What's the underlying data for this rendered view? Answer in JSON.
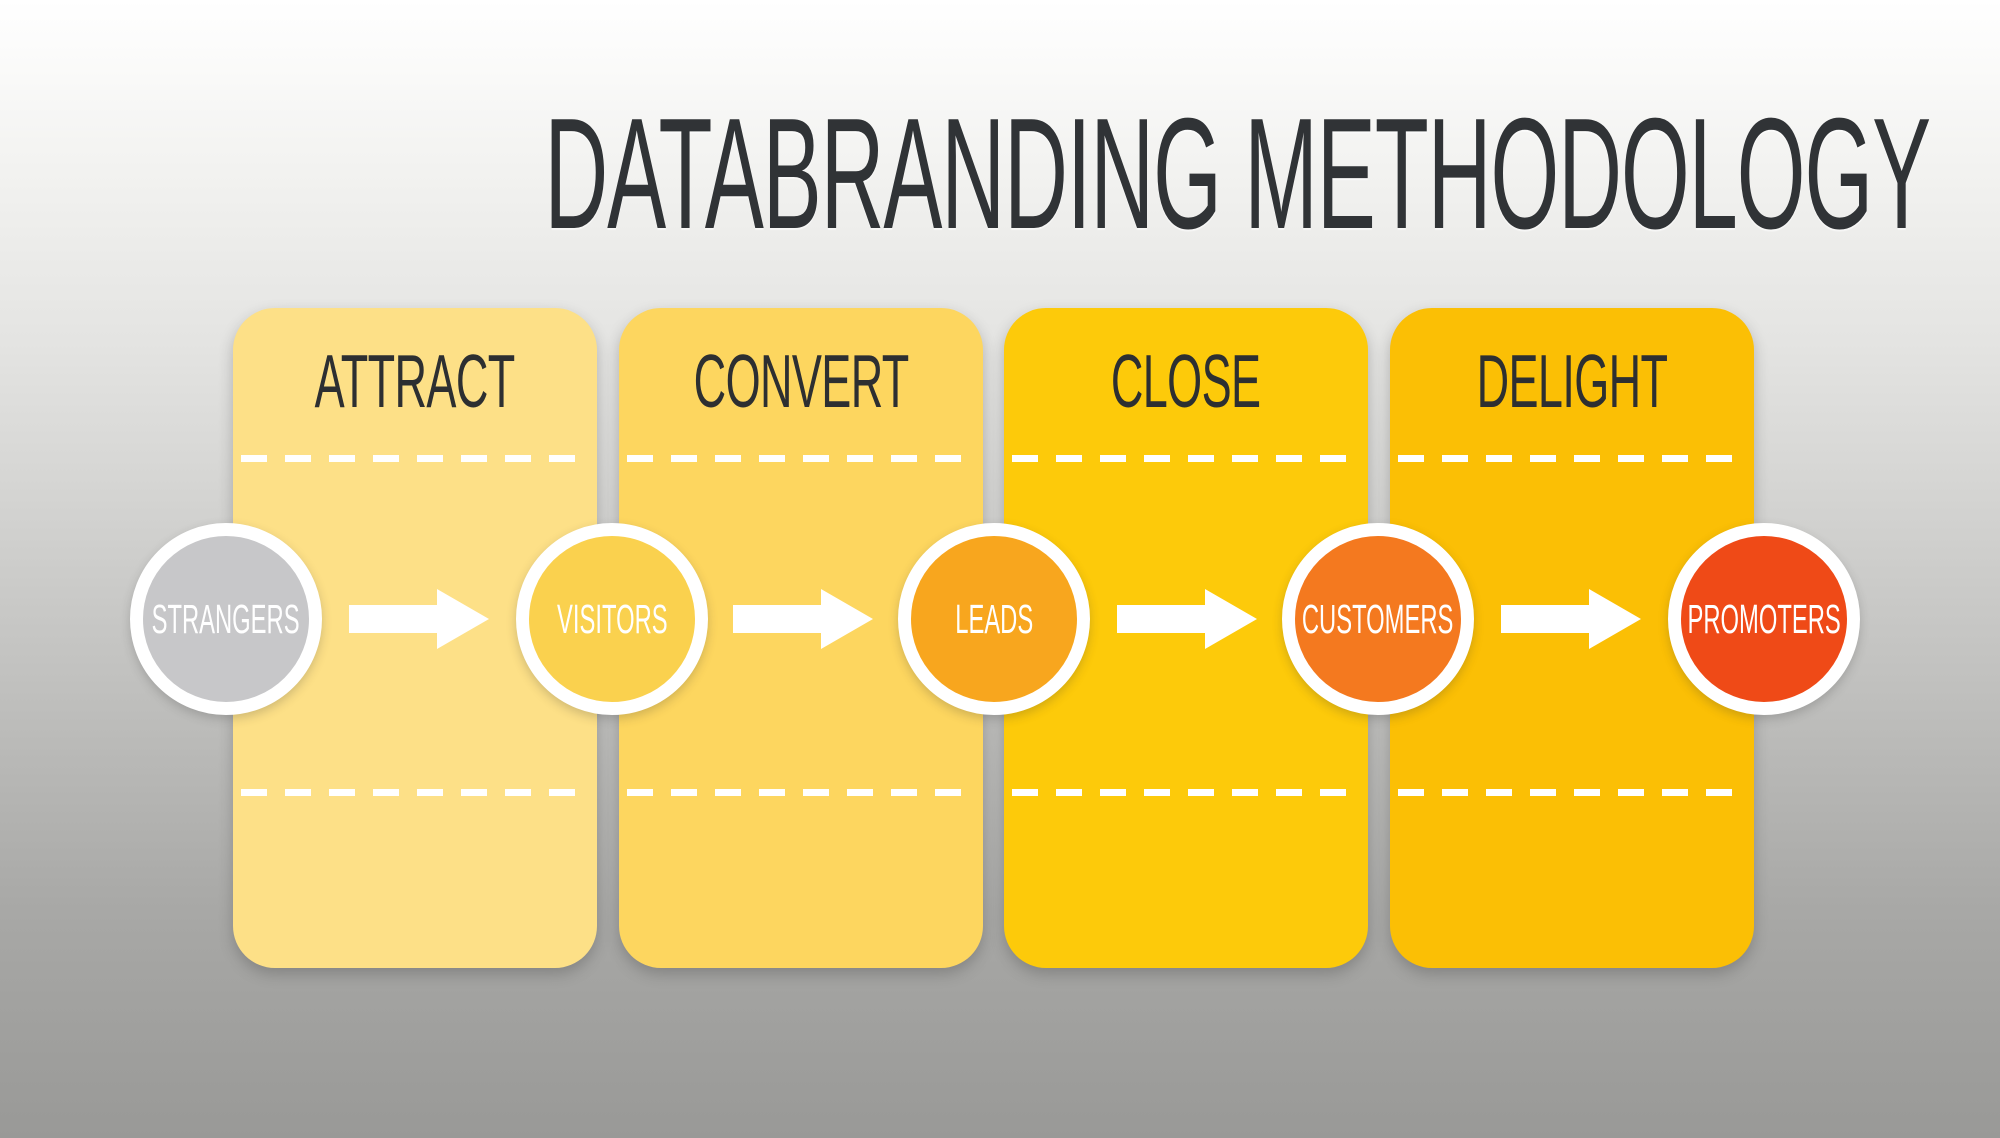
{
  "title": "DATABRANDING METHODOLOGY",
  "stages": [
    {
      "label": "ATTRACT",
      "color": "#FDE087"
    },
    {
      "label": "CONVERT",
      "color": "#FDD65F"
    },
    {
      "label": "CLOSE",
      "color": "#FDCA0A"
    },
    {
      "label": "DELIGHT",
      "color": "#FBBF05"
    }
  ],
  "actors": [
    {
      "label": "STRANGERS",
      "color": "#C7C7C9"
    },
    {
      "label": "VISITORS",
      "color": "#FAD14E"
    },
    {
      "label": "LEADS",
      "color": "#F8A61E"
    },
    {
      "label": "CUSTOMERS",
      "color": "#F4791F"
    },
    {
      "label": "PROMOTERS",
      "color": "#EF4A17"
    }
  ],
  "flow": [
    "STRANGERS",
    "ATTRACT",
    "VISITORS",
    "CONVERT",
    "LEADS",
    "CLOSE",
    "CUSTOMERS",
    "DELIGHT",
    "PROMOTERS"
  ],
  "colors": {
    "arrow": "#ffffff",
    "circle_ring": "#ffffff",
    "dashed_line": "#ffffff",
    "title_text": "#303336",
    "panel_title_text": "#2d2f31",
    "background_top": "#ffffff",
    "background_bottom": "#999997"
  }
}
